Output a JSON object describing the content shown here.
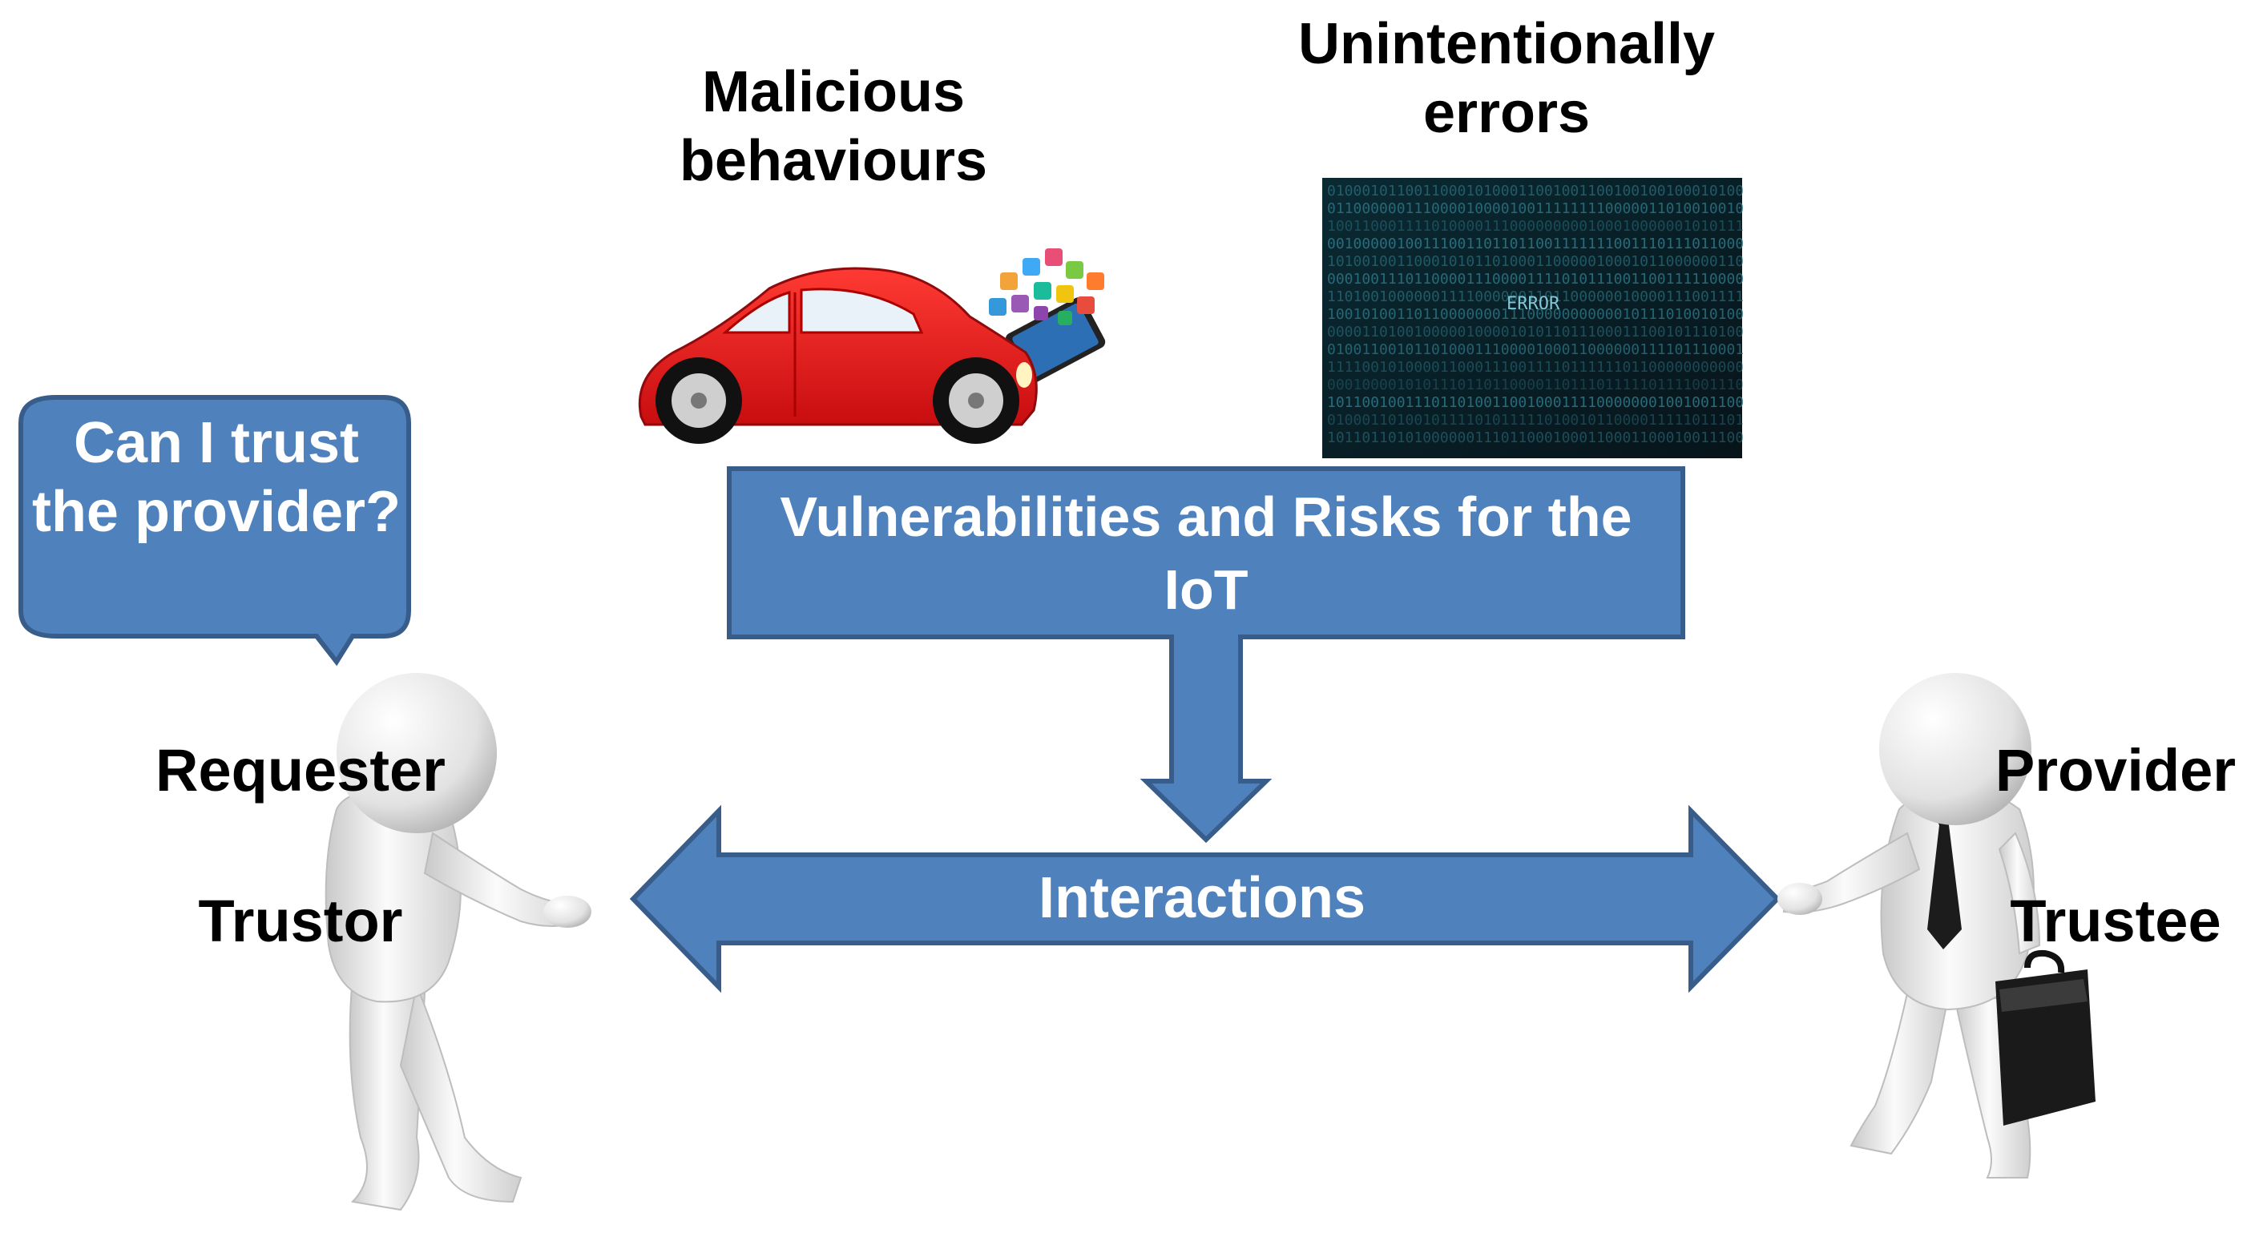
{
  "labels": {
    "malicious": "Malicious behaviours",
    "errors": "Unintentionally errors",
    "vulnerabilities": "Vulnerabilities and Risks for the IoT",
    "speech_bubble": "Can I trust the provider?",
    "interactions": "Interactions",
    "requester": "Requester",
    "trustor": "Trustor",
    "provider": "Provider",
    "trustee": "Trustee"
  },
  "error_screen": {
    "word": "ERROR"
  },
  "colors": {
    "box_fill": "#4f81bd",
    "box_stroke": "#385d8a",
    "car_red": "#e5141b",
    "screen_bg": "#0b2630",
    "screen_digits": "#2e7a8a"
  }
}
